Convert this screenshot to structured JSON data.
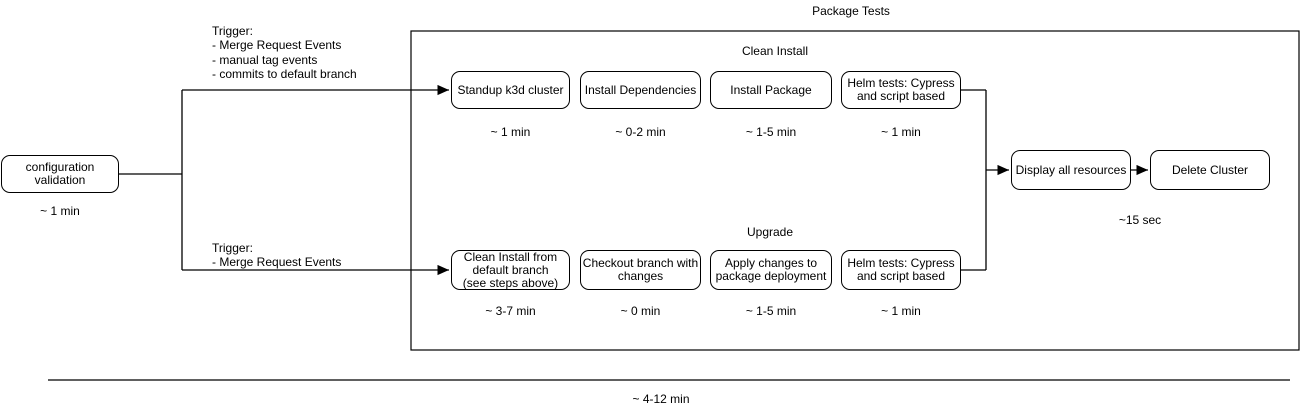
{
  "diagram": {
    "title": "Package Tests",
    "total_time": "~ 4-12 min",
    "colors": {
      "stroke": "#000000",
      "background": "#ffffff"
    },
    "triggers": {
      "top": "Trigger:\n- Merge Request Events\n- manual tag events\n- commits to default branch",
      "bottom": "Trigger:\n- Merge Request Events"
    },
    "start": {
      "label": "configuration\nvalidation",
      "time": "~ 1 min"
    },
    "clean_install": {
      "section_label": "Clean Install",
      "steps": [
        {
          "label": "Standup k3d cluster",
          "time": "~ 1 min"
        },
        {
          "label": "Install Dependencies",
          "time": "~ 0-2 min"
        },
        {
          "label": "Install Package",
          "time": "~ 1-5 min"
        },
        {
          "label": "Helm tests: Cypress\nand script based",
          "time": "~ 1 min"
        }
      ]
    },
    "upgrade": {
      "section_label": "Upgrade",
      "steps": [
        {
          "label": "Clean Install from\ndefault branch\n(see steps above)",
          "time": "~ 3-7 min"
        },
        {
          "label": "Checkout branch with\nchanges",
          "time": "~ 0 min"
        },
        {
          "label": "Apply changes to\npackage deployment",
          "time": "~ 1-5 min"
        },
        {
          "label": "Helm tests: Cypress\nand script based",
          "time": "~ 1 min"
        }
      ]
    },
    "teardown": {
      "steps": [
        {
          "label": "Display all resources"
        },
        {
          "label": "Delete Cluster"
        }
      ],
      "time": "~15 sec"
    }
  }
}
